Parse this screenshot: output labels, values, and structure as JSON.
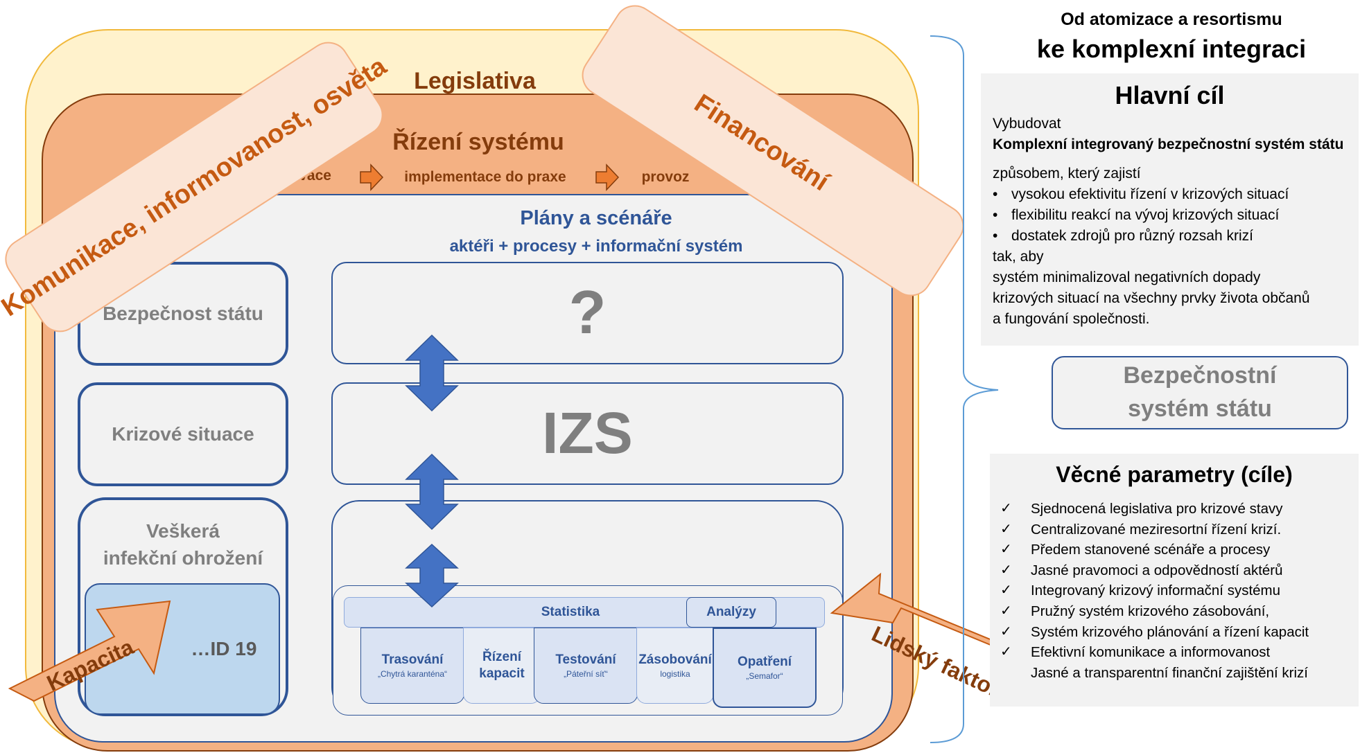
{
  "diagram": {
    "legislativa": "Legislativa",
    "rizeni_systemu": "Řízení systému",
    "process": [
      "…, inovace",
      "implementace do praxe",
      "provoz"
    ],
    "plany_title": "Plány a scénáře",
    "plany_subtitle": "aktéři + procesy + informační systém",
    "left_boxes": {
      "bezpecnost": "Bezpečnost státu",
      "krizove": "Krizové situace",
      "infekcni_line1": "Veškerá",
      "infekcni_line2": "infekční ohrožení",
      "covid": "…ID 19"
    },
    "right_boxes": {
      "question": "?",
      "izs": "IZS"
    },
    "statistika": "Statistika",
    "analyzy": "Analýzy",
    "tools": [
      {
        "title": "Trasování",
        "subtitle": "„Chytrá karanténa“"
      },
      {
        "title": "Řízení kapacit",
        "subtitle": ""
      },
      {
        "title": "Testování",
        "subtitle": "„Páteřní síť“"
      },
      {
        "title": "Zásobování",
        "subtitle": "logistika"
      },
      {
        "title": "Opatření",
        "subtitle": "„Semafor“"
      }
    ],
    "bands": {
      "komunikace": "Komunikace, informovanost, osvěta",
      "financovani": "Financování",
      "kapacita": "Kapacita",
      "lidsky": "Lidský faktor"
    }
  },
  "right_panel": {
    "heading_line1": "Od atomizace a resortismu",
    "heading_line2": "ke komplexní integraci",
    "hlavni_cil": {
      "title": "Hlavní cíl",
      "line1": "Vybudovat",
      "line2": "Komplexní integrovaný bezpečnostní systém státu",
      "line3": "způsobem, který zajistí",
      "bullets": [
        "vysokou efektivitu řízení v krizových situací",
        "flexibilitu reakcí na vývoj krizových situací",
        "dostatek zdrojů pro různý rozsah krizí"
      ],
      "line4": "tak, aby",
      "line5": "systém minimalizoval negativních dopady",
      "line6": "krizových situací na všechny prvky života občanů",
      "line7": "a fungování společnosti."
    },
    "bezpecnostni_system": {
      "line1": "Bezpečnostní",
      "line2": "systém státu"
    },
    "vecne_parametry": {
      "title": "Věcné parametry (cíle)",
      "items": [
        "Sjednocená legislativa pro krizové stavy",
        "Centralizované meziresortní řízení krizí.",
        "Předem stanovené scénáře a procesy",
        "Jasné pravomoci a odpovědností aktérů",
        "Integrovaný krizový informační systému",
        "Pružný systém krizového zásobování,",
        "Systém krizového plánování a řízení kapacit",
        "Efektivní komunikace a informovanost",
        "Jasné a transparentní finanční zajištění krizí"
      ],
      "checked_count": 8
    },
    "colors": {
      "blue": "#2f5597",
      "brown": "#843c0c",
      "orange": "#c55a11",
      "grey": "#7f7f7f"
    }
  }
}
